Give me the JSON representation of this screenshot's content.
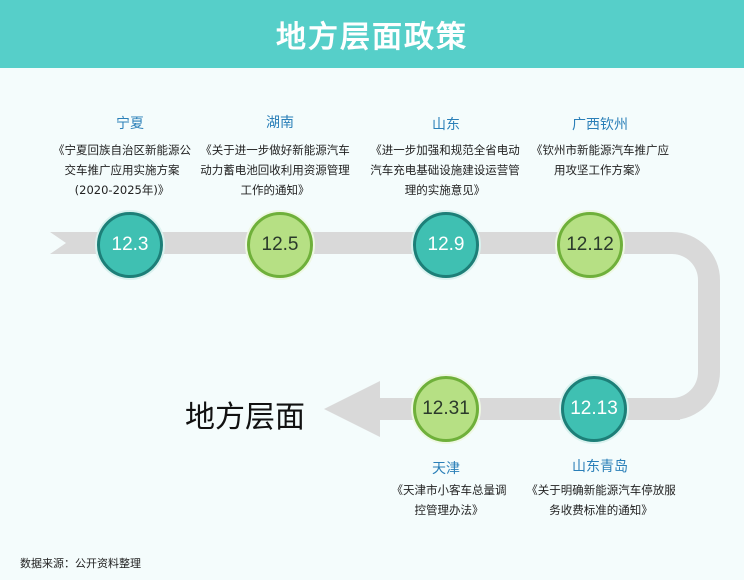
{
  "header": {
    "title": "地方层面政策"
  },
  "section_title": "地方层面",
  "source_note": "数据来源：公开资料整理",
  "milestones": [
    {
      "date": "12.3",
      "region": "宁夏",
      "policy": "《宁夏回族自治区新能源公交车推广应用实施方案(2020-2025年)》"
    },
    {
      "date": "12.5",
      "region": "湖南",
      "policy": "《关于进一步做好新能源汽车动力蓄电池回收利用资源管理工作的通知》"
    },
    {
      "date": "12.9",
      "region": "山东",
      "policy": "《进一步加强和规范全省电动汽车充电基础设施建设运营管理的实施意见》"
    },
    {
      "date": "12.12",
      "region": "广西钦州",
      "policy": "《钦州市新能源汽车推广应用攻坚工作方案》"
    },
    {
      "date": "12.13",
      "region": "山东青岛",
      "policy": "《关于明确新能源汽车停放服务收费标准的通知》"
    },
    {
      "date": "12.31",
      "region": "天津",
      "policy": "《天津市小客车总量调控管理办法》"
    }
  ],
  "colors": {
    "header": "#56cfc9",
    "teal": "#3fc0b2",
    "green": "#b6e084",
    "track": "#d9d9d9",
    "region": "#2a7fb8"
  }
}
